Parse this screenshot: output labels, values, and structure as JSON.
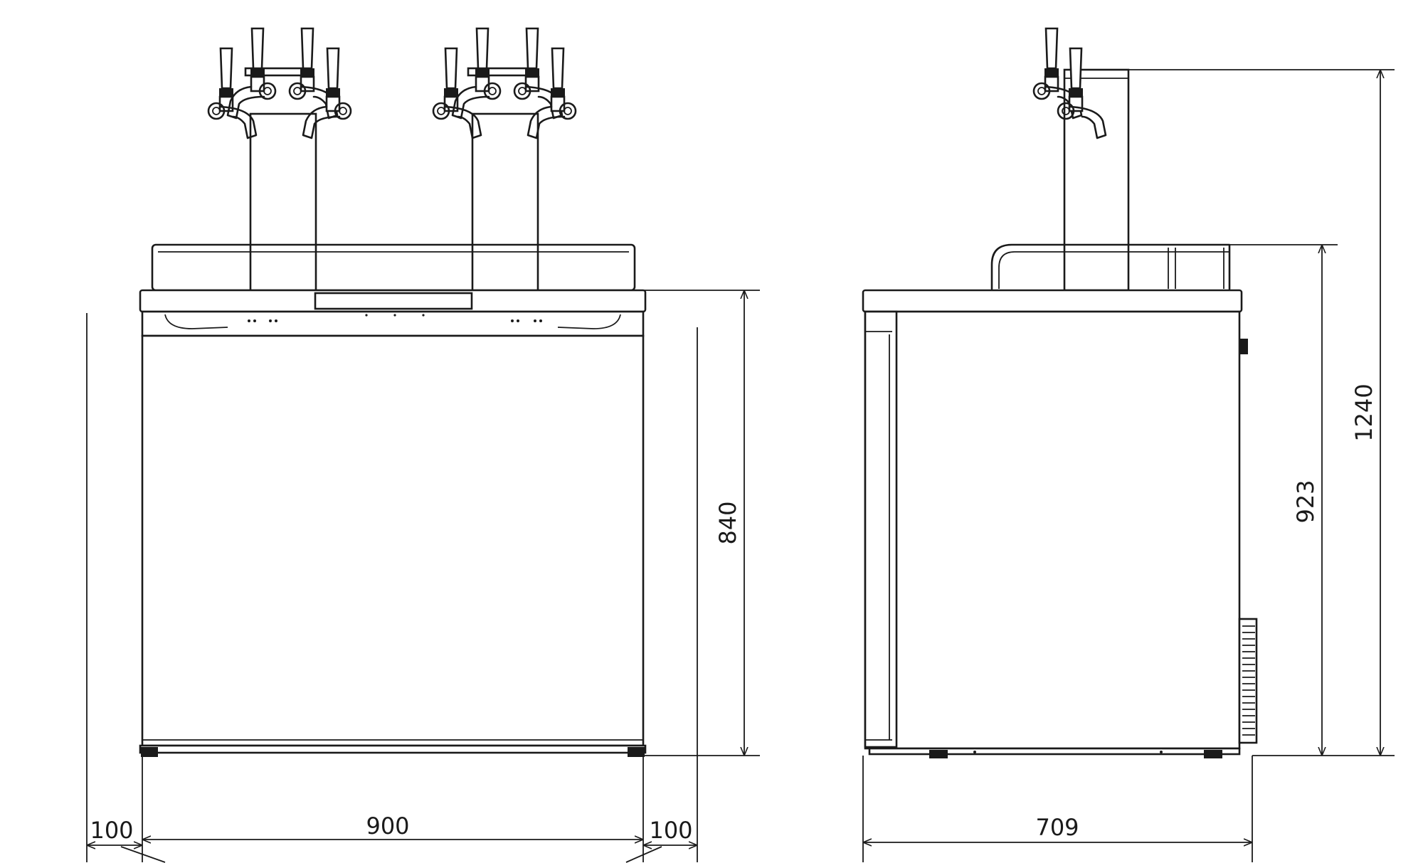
{
  "drawing": {
    "front_view": {
      "dimensions": {
        "width_label": "900",
        "left_clearance_label": "100",
        "right_clearance_label": "100",
        "cabinet_height_label": "840"
      },
      "tap_count": 8
    },
    "side_view": {
      "dimensions": {
        "depth_label": "709",
        "rail_height_label": "923",
        "total_height_label": "1240"
      },
      "tap_count": 2
    }
  }
}
